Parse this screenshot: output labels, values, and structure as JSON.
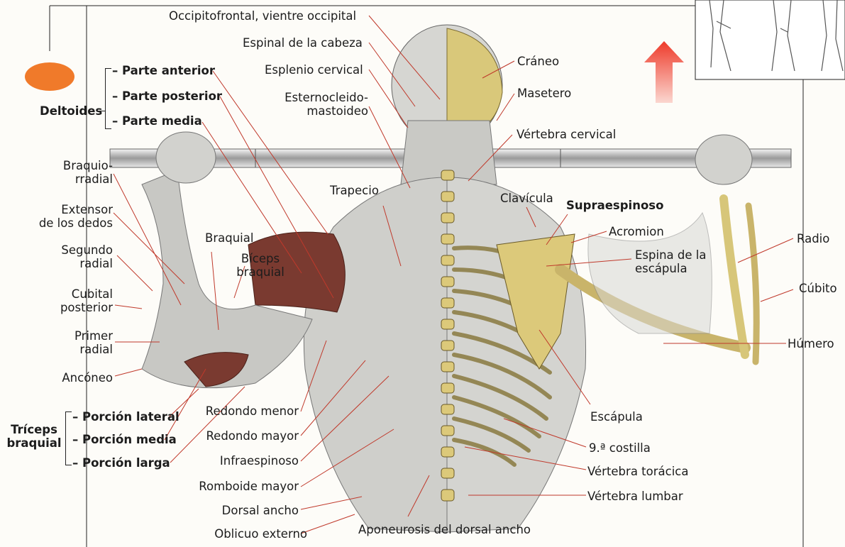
{
  "colors": {
    "leader": "#c0392b",
    "bone": "#e3d48c",
    "muscle_red": "#7a3a30",
    "marker": "#f07a2a",
    "arrow": "#f0503a"
  },
  "labels": {
    "deltoides": "Deltoides",
    "parte_anterior": "– Parte anterior",
    "parte_posterior": "– Parte posterior",
    "parte_media": "– Parte media",
    "braquiorradial_1": "Braquio-",
    "braquiorradial_2": "rradial",
    "extensor_1": "Extensor",
    "extensor_2": "de los dedos",
    "segundo_1": "Segundo",
    "segundo_2": "radial",
    "cubital_1": "Cubital",
    "cubital_2": "posterior",
    "primer_1": "Primer",
    "primer_2": "radial",
    "anconeo": "Ancóneo",
    "triceps_1": "Tríceps",
    "triceps_2": "braquial",
    "porcion_lateral": "– Porción lateral",
    "porcion_media": "– Porción media",
    "porcion_larga": "– Porción larga",
    "occipitofrontal": "Occipitofrontal, vientre occipital",
    "espinal_cabeza": "Espinal de la cabeza",
    "esplenio": "Esplenio cervical",
    "esterno_1": "Esternocleido-",
    "esterno_2": "mastoideo",
    "craneo": "Cráneo",
    "masetero": "Masetero",
    "vertebra_cervical": "Vértebra cervical",
    "trapecio": "Trapecio",
    "clavicula": "Clavícula",
    "supraespinoso": "Supraespinoso",
    "acromion": "Acromion",
    "espina_1": "Espina de la",
    "espina_2": "escápula",
    "radio": "Radio",
    "cubito": "Cúbito",
    "humero": "Húmero",
    "braquial": "Braquial",
    "biceps_1": "Bíceps",
    "biceps_2": "braquial",
    "redondo_menor": "Redondo menor",
    "redondo_mayor": "Redondo mayor",
    "infraespinoso": "Infraespinoso",
    "romboide": "Romboide mayor",
    "dorsal_ancho": "Dorsal ancho",
    "oblicuo": "Oblicuo externo",
    "aponeurosis": "Aponeurosis del dorsal ancho",
    "escapula": "Escápula",
    "costilla": "9.ª costilla",
    "vertebra_toracica": "Vértebra torácica",
    "vertebra_lumbar": "Vértebra lumbar"
  }
}
